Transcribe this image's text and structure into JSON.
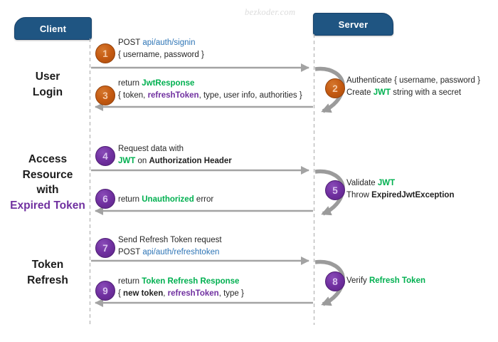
{
  "page": {
    "watermark": "bezkoder.com"
  },
  "colors": {
    "header_bg": "#1F5582",
    "orange_circle": "#C55A11",
    "purple_circle": "#7030A0",
    "keyword_green": "#00B050",
    "keyword_purple": "#7030A0",
    "endpoint_blue": "#2E75B6",
    "arrow_gray": "#A3A3A3"
  },
  "lifelines": {
    "client": "Client",
    "server": "Server"
  },
  "sections": {
    "user_login": {
      "line1": "User",
      "line2": "Login"
    },
    "access_resource": {
      "line1": "Access",
      "line2": "Resource",
      "line3": "with",
      "line4": "Expired Token"
    },
    "token_refresh": {
      "line1": "Token",
      "line2": "Refresh"
    }
  },
  "steps": {
    "s1": {
      "num": "1",
      "l1a": "POST ",
      "l1b": "api/auth/signin",
      "l2": "{ username, password }"
    },
    "s2": {
      "num": "2",
      "l1": "Authenticate { username, password }",
      "l2a": "Create ",
      "l2b": "JWT",
      "l2c": " string with a secret"
    },
    "s3": {
      "num": "3",
      "l1a": "return ",
      "l1b": "JwtResponse",
      "l2a": "{ token, ",
      "l2b": "refreshToken",
      "l2c": ", type, user info, authorities }"
    },
    "s4": {
      "num": "4",
      "l1": "Request data with",
      "l2a": "JWT",
      "l2b": " on ",
      "l2c": "Authorization Header"
    },
    "s5": {
      "num": "5",
      "l1a": "Validate ",
      "l1b": "JWT",
      "l2a": "Throw ",
      "l2b": "ExpiredJwtException"
    },
    "s6": {
      "num": "6",
      "l1a": "return ",
      "l1b": "Unauthorized",
      "l1c": " error"
    },
    "s7": {
      "num": "7",
      "l1": "Send Refresh Token request",
      "l2a": "POST ",
      "l2b": "api/auth/refreshtoken"
    },
    "s8": {
      "num": "8",
      "l1a": "Verify ",
      "l1b": "Refresh Token"
    },
    "s9": {
      "num": "9",
      "l1a": "return ",
      "l1b": "Token Refresh Response",
      "l2a": "{ ",
      "l2b": "new token",
      "l2c": ", ",
      "l2d": "refreshToken",
      "l2e": ", type }"
    }
  }
}
